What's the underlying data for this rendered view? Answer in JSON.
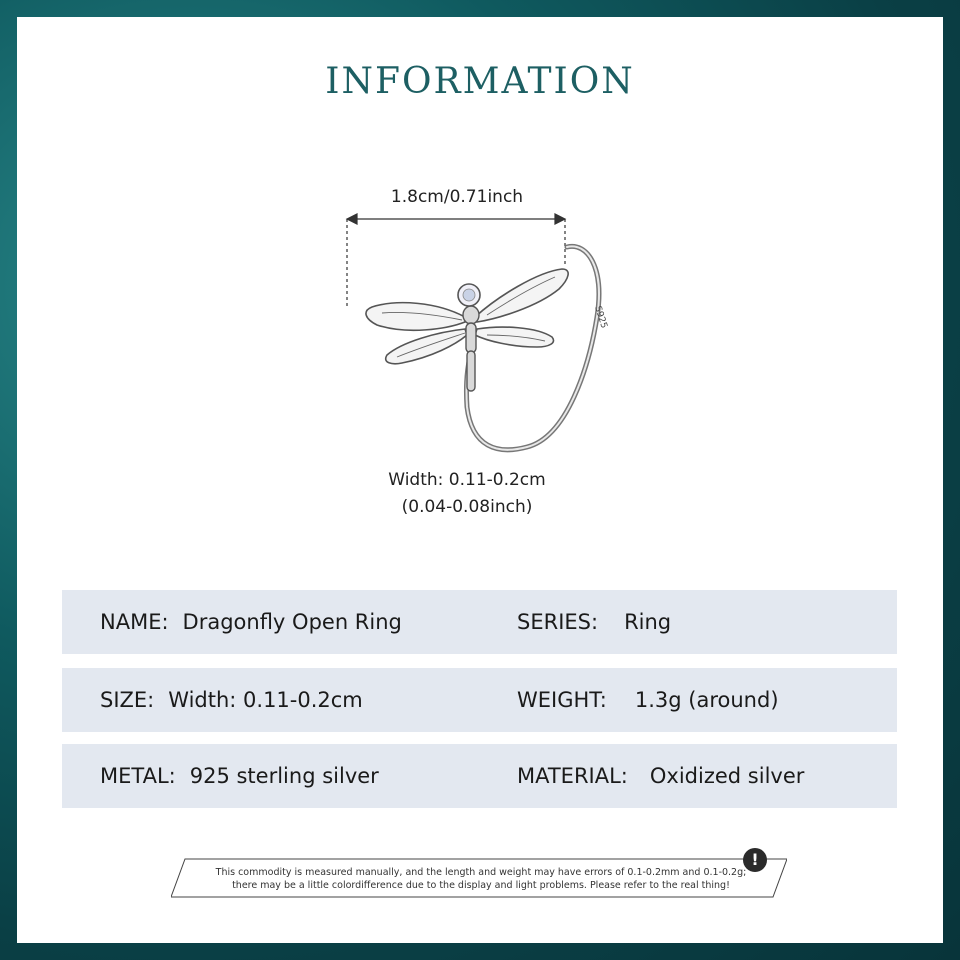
{
  "title": "INFORMATION",
  "dimension_label": "1.8cm/0.71inch",
  "band_mark": "S925",
  "width_note": {
    "line1": "Width: 0.11-0.2cm",
    "line2": "(0.04-0.08inch)"
  },
  "specs": {
    "name_label": "NAME:",
    "name_value": "Dragonfly Open Ring",
    "series_label": "SERIES:",
    "series_value": "Ring",
    "size_label": "SIZE:",
    "size_value": "Width: 0.11-0.2cm",
    "weight_label": "WEIGHT:",
    "weight_value": "1.3g (around)",
    "metal_label": "METAL:",
    "metal_value": "925 sterling silver",
    "material_label": "MATERIAL:",
    "material_value": "Oxidized silver"
  },
  "disclaimer": {
    "line1": "This commodity is measured manually, and the length and weight may have errors of 0.1-0.2mm and 0.1-0.2g;",
    "line2": "there may be a little colordifference due to the display and light problems. Please refer to the real thing!",
    "icon_symbol": "!"
  },
  "colors": {
    "title": "#1d5f63",
    "row_bg": "#e3e8f0",
    "border_teal": "#0f5a5f"
  }
}
